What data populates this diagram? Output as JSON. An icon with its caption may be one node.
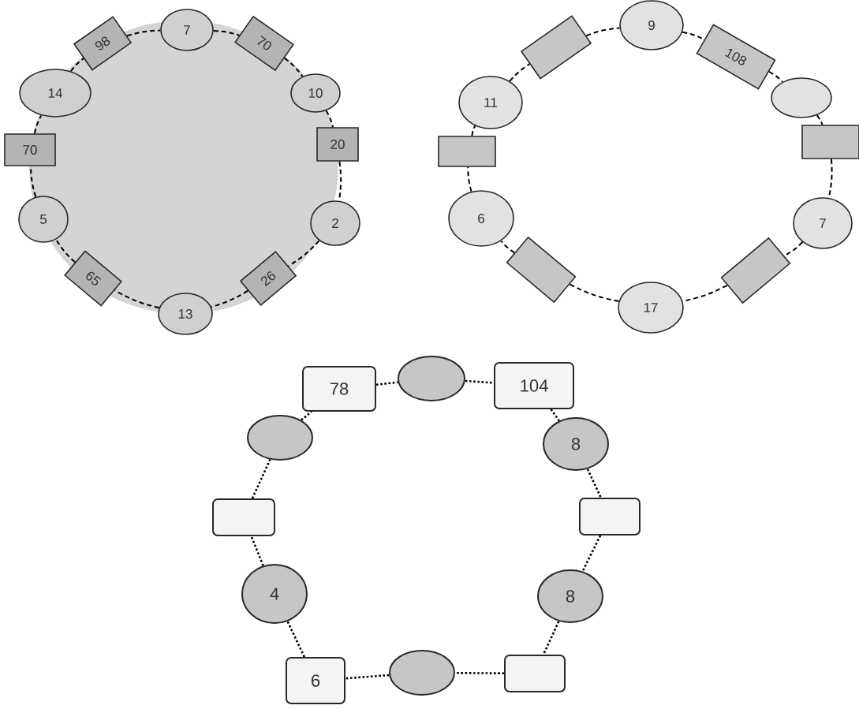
{
  "diagram": {
    "nodes": [
      {
        "text": [
          "7"
        ]
      },
      {
        "text": [
          "70"
        ]
      },
      {
        "text": [
          "10"
        ]
      },
      {
        "text": [
          "20"
        ]
      },
      {
        "text": [
          "2"
        ]
      },
      {
        "text": [
          "26"
        ]
      },
      {
        "text": [
          "13"
        ]
      },
      {
        "text": [
          "65"
        ]
      },
      {
        "text": [
          "5"
        ]
      },
      {
        "text": [
          "70"
        ]
      },
      {
        "text": [
          "14"
        ]
      },
      {
        "text": [
          "98"
        ]
      },
      {
        "text": [
          "9"
        ]
      },
      {
        "text": [
          "108"
        ]
      },
      {
        "text": [],
        "shape": "circle"
      },
      {
        "text": [],
        "shape": "box"
      },
      {
        "text": [
          "7"
        ]
      },
      {
        "text": [],
        "shape": "box"
      },
      {
        "text": [
          "17"
        ]
      },
      {
        "text": [],
        "shape": "box"
      },
      {
        "text": [
          "6"
        ]
      },
      {
        "text": [],
        "shape": "box"
      },
      {
        "text": [
          "11"
        ]
      },
      {
        "text": [],
        "shape": "box"
      },
      {
        "text": [],
        "shape": "circle"
      },
      {
        "text": [
          "104"
        ]
      },
      {
        "text": [
          "8"
        ]
      },
      {
        "text": [],
        "shape": "box"
      },
      {
        "text": [
          "8"
        ]
      },
      {
        "text": [],
        "shape": "box"
      },
      {
        "text": [],
        "shape": "circle"
      },
      {
        "text": [
          "6"
        ]
      },
      {
        "text": [
          "4"
        ]
      },
      {
        "text": [],
        "shape": "box"
      },
      {
        "text": [],
        "shape": "circle"
      },
      {
        "text": [
          "78"
        ]
      }
    ],
    "edges": [
      {
        "from": 0,
        "to": 1,
        "arrow": "none",
        "style": "dashed"
      },
      {
        "from": 1,
        "to": 2,
        "arrow": "none",
        "style": "dashed"
      },
      {
        "from": 2,
        "to": 3,
        "arrow": "none",
        "style": "dashed"
      },
      {
        "from": 3,
        "to": 4,
        "arrow": "none",
        "style": "dashed"
      },
      {
        "from": 4,
        "to": 5,
        "arrow": "none",
        "style": "dashed"
      },
      {
        "from": 5,
        "to": 6,
        "arrow": "none",
        "style": "dashed"
      },
      {
        "from": 6,
        "to": 7,
        "arrow": "none",
        "style": "dashed"
      },
      {
        "from": 7,
        "to": 8,
        "arrow": "none",
        "style": "dashed"
      },
      {
        "from": 8,
        "to": 9,
        "arrow": "none",
        "style": "dashed"
      },
      {
        "from": 9,
        "to": 10,
        "arrow": "none",
        "style": "dashed"
      },
      {
        "from": 10,
        "to": 11,
        "arrow": "none",
        "style": "dashed"
      },
      {
        "from": 11,
        "to": 0,
        "arrow": "none",
        "style": "dashed"
      },
      {
        "from": 12,
        "to": 13,
        "arrow": "none",
        "style": "dashed"
      },
      {
        "from": 13,
        "to": 14,
        "arrow": "none",
        "style": "dashed"
      },
      {
        "from": 14,
        "to": 15,
        "arrow": "none",
        "style": "dashed"
      },
      {
        "from": 15,
        "to": 16,
        "arrow": "none",
        "style": "dashed"
      },
      {
        "from": 16,
        "to": 17,
        "arrow": "none",
        "style": "dashed"
      },
      {
        "from": 17,
        "to": 18,
        "arrow": "none",
        "style": "dashed"
      },
      {
        "from": 18,
        "to": 19,
        "arrow": "none",
        "style": "dashed"
      },
      {
        "from": 19,
        "to": 20,
        "arrow": "none",
        "style": "dashed"
      },
      {
        "from": 20,
        "to": 21,
        "arrow": "none",
        "style": "dashed"
      },
      {
        "from": 21,
        "to": 22,
        "arrow": "none",
        "style": "dashed"
      },
      {
        "from": 22,
        "to": 23,
        "arrow": "none",
        "style": "dashed"
      },
      {
        "from": 23,
        "to": 12,
        "arrow": "none",
        "style": "dashed"
      },
      {
        "from": 24,
        "to": 25,
        "arrow": "none",
        "style": "dashed"
      },
      {
        "from": 25,
        "to": 26,
        "arrow": "none",
        "style": "dashed"
      },
      {
        "from": 26,
        "to": 27,
        "arrow": "none",
        "style": "dashed"
      },
      {
        "from": 27,
        "to": 28,
        "arrow": "none",
        "style": "dashed"
      },
      {
        "from": 28,
        "to": 29,
        "arrow": "none",
        "style": "dashed"
      },
      {
        "from": 29,
        "to": 30,
        "arrow": "none",
        "style": "dashed"
      },
      {
        "from": 30,
        "to": 31,
        "arrow": "none",
        "style": "dashed"
      },
      {
        "from": 31,
        "to": 32,
        "arrow": "none",
        "style": "dashed"
      },
      {
        "from": 32,
        "to": 33,
        "arrow": "none",
        "style": "dashed"
      },
      {
        "from": 33,
        "to": 34,
        "arrow": "none",
        "style": "dashed"
      },
      {
        "from": 34,
        "to": 35,
        "arrow": "none",
        "style": "dashed"
      },
      {
        "from": 35,
        "to": 24,
        "arrow": "none",
        "style": "dashed"
      }
    ]
  }
}
